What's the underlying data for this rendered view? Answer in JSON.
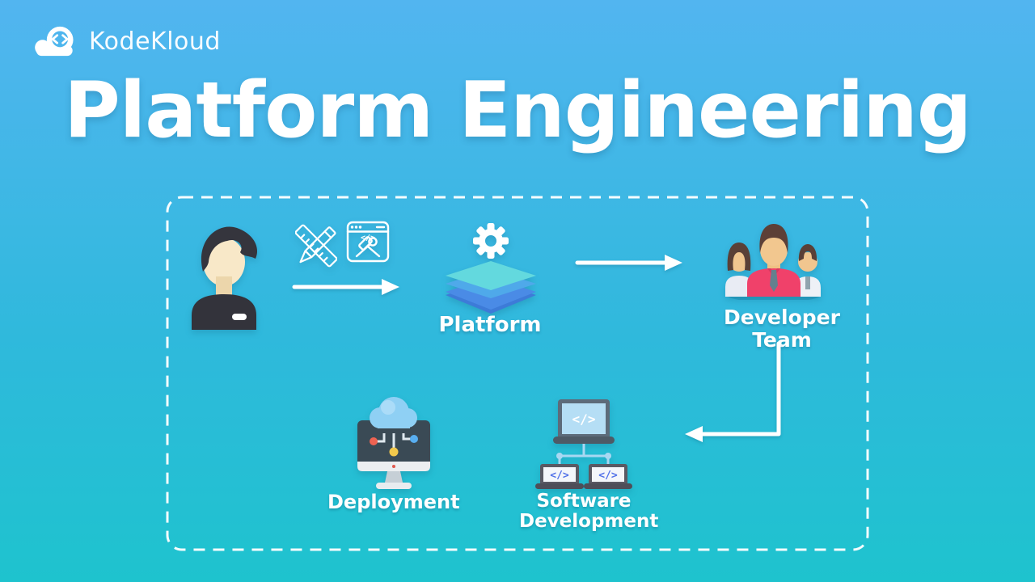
{
  "brand": {
    "name": "KodeKloud"
  },
  "hero": {
    "title": "Platform Engineering"
  },
  "diagram": {
    "labels": {
      "platform": "Platform",
      "developer_team": "Developer Team",
      "deployment": "Deployment",
      "software_development": "Software Development"
    },
    "icon_glyphs": {
      "code": "</>"
    },
    "nodes": [
      {
        "id": "platform-engineer",
        "icon": "person-icon"
      },
      {
        "id": "design-tools",
        "icon": "ruler-pencil-icon"
      },
      {
        "id": "build-tools",
        "icon": "browser-tools-icon"
      },
      {
        "id": "platform",
        "icon": "layers-gear-icon"
      },
      {
        "id": "developer-team",
        "icon": "team-icon"
      },
      {
        "id": "software-development",
        "icon": "connected-laptops-icon"
      },
      {
        "id": "deployment",
        "icon": "cloud-monitor-icon"
      }
    ],
    "colors": {
      "background_top": "#52b5f0",
      "background_bottom": "#1ec3ce",
      "white": "#ffffff",
      "platform_layer_top": "#63d9de",
      "platform_layer_middle": "#4fa9ea",
      "platform_layer_bottom": "#4a8be6",
      "team_shirt_red": "#f0416a",
      "skin_tone": "#f2c78f",
      "hair_brown": "#5d4037",
      "engineer_dark": "#35353d",
      "monitor_slate": "#3a4a55",
      "cloud_blue": "#8fd0f4",
      "screen_blue": "#b5def5",
      "code_blue": "#5272e8",
      "dot_red": "#ee6352",
      "dot_yellow": "#f2c94c",
      "dot_blue": "#58aef0"
    }
  }
}
